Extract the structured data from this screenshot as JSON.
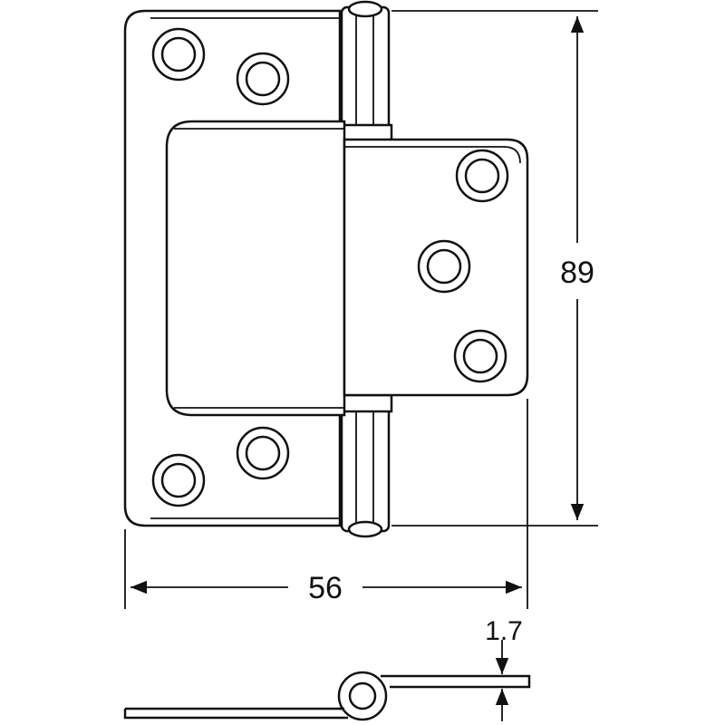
{
  "dimensions": {
    "height": "89",
    "width": "56",
    "thickness": "1.7"
  }
}
